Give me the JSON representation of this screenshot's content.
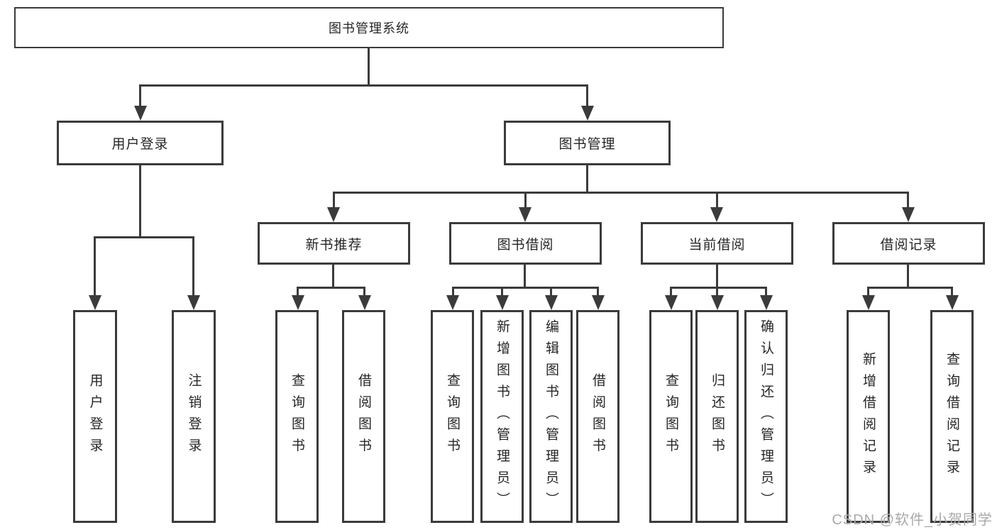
{
  "tree": {
    "root": {
      "label": "图书管理系统"
    },
    "branches": [
      {
        "label": "用户登录",
        "children": [
          {
            "label": "用户登录"
          },
          {
            "label": "注销登录"
          }
        ]
      },
      {
        "label": "图书管理",
        "children": [
          {
            "label": "新书推荐",
            "children": [
              {
                "label": "查询图书"
              },
              {
                "label": "借阅图书"
              }
            ]
          },
          {
            "label": "图书借阅",
            "children": [
              {
                "label": "查询图书"
              },
              {
                "label": "新增图书（管理员）"
              },
              {
                "label": "编辑图书（管理员）"
              },
              {
                "label": "借阅图书"
              }
            ]
          },
          {
            "label": "当前借阅",
            "children": [
              {
                "label": "查询图书"
              },
              {
                "label": "归还图书"
              },
              {
                "label": "确认归还（管理员）"
              }
            ]
          },
          {
            "label": "借阅记录",
            "children": [
              {
                "label": "新增借阅记录"
              },
              {
                "label": "查询借阅记录"
              }
            ]
          }
        ]
      }
    ]
  },
  "watermark": {
    "text": "CSDN @软件_小贺同学"
  },
  "colors": {
    "line": "#3b3b3b",
    "text": "#262626",
    "background": "#ffffff",
    "watermark": "#a9a9a9"
  }
}
